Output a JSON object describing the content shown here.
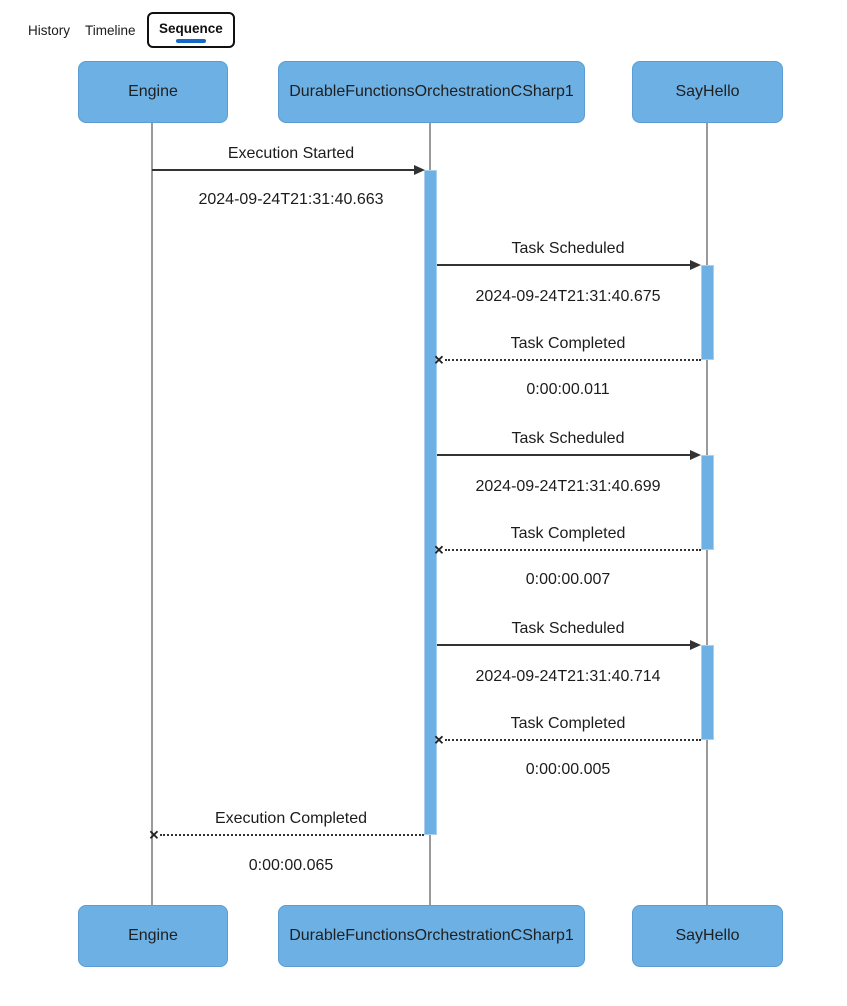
{
  "tabs": {
    "items": [
      {
        "label": "History",
        "active": false
      },
      {
        "label": "Timeline",
        "active": false
      },
      {
        "label": "Sequence",
        "active": true
      }
    ]
  },
  "participants": [
    "Engine",
    "DurableFunctionsOrchestrationCSharp1",
    "SayHello"
  ],
  "messages": [
    {
      "label": "Execution Started",
      "kind": "message-solid",
      "from": "Engine",
      "to": "DurableFunctionsOrchestrationCSharp1"
    },
    {
      "label": "2024-09-24T21:31:40.663",
      "kind": "timestamp"
    },
    {
      "label": "Task Scheduled",
      "kind": "message-solid",
      "from": "DurableFunctionsOrchestrationCSharp1",
      "to": "SayHello"
    },
    {
      "label": "2024-09-24T21:31:40.675",
      "kind": "timestamp"
    },
    {
      "label": "Task Completed",
      "kind": "message-dotted",
      "from": "SayHello",
      "to": "DurableFunctionsOrchestrationCSharp1"
    },
    {
      "label": "0:00:00.011",
      "kind": "duration"
    },
    {
      "label": "Task Scheduled",
      "kind": "message-solid",
      "from": "DurableFunctionsOrchestrationCSharp1",
      "to": "SayHello"
    },
    {
      "label": "2024-09-24T21:31:40.699",
      "kind": "timestamp"
    },
    {
      "label": "Task Completed",
      "kind": "message-dotted",
      "from": "SayHello",
      "to": "DurableFunctionsOrchestrationCSharp1"
    },
    {
      "label": "0:00:00.007",
      "kind": "duration"
    },
    {
      "label": "Task Scheduled",
      "kind": "message-solid",
      "from": "DurableFunctionsOrchestrationCSharp1",
      "to": "SayHello"
    },
    {
      "label": "2024-09-24T21:31:40.714",
      "kind": "timestamp"
    },
    {
      "label": "Task Completed",
      "kind": "message-dotted",
      "from": "SayHello",
      "to": "DurableFunctionsOrchestrationCSharp1"
    },
    {
      "label": "0:00:00.005",
      "kind": "duration"
    },
    {
      "label": "Execution Completed",
      "kind": "message-dotted",
      "from": "DurableFunctionsOrchestrationCSharp1",
      "to": "Engine"
    },
    {
      "label": "0:00:00.065",
      "kind": "duration"
    }
  ],
  "colors": {
    "actor_fill": "#6cb0e4",
    "actor_border": "#5b9dd4",
    "activation_fill": "#6cb0e4",
    "lifeline": "#9a9a9a",
    "arrow": "#333333",
    "text": "#1c1c1c",
    "tab_underline": "#1269c7",
    "tab_border": "#101010"
  }
}
